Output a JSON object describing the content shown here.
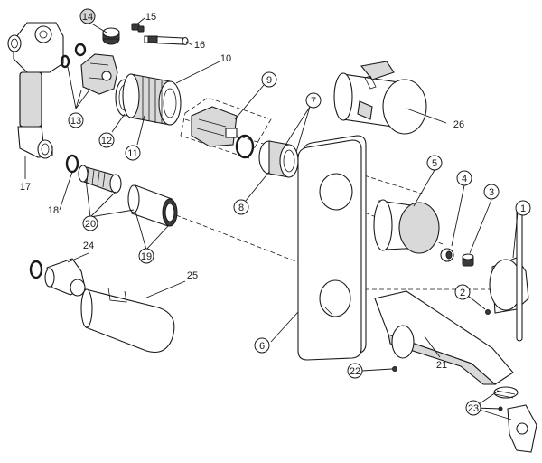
{
  "parts": [
    {
      "id": "1",
      "label": "1"
    },
    {
      "id": "2",
      "label": "2"
    },
    {
      "id": "3",
      "label": "3"
    },
    {
      "id": "4",
      "label": "4"
    },
    {
      "id": "5",
      "label": "5"
    },
    {
      "id": "6",
      "label": "6"
    },
    {
      "id": "7",
      "label": "7"
    },
    {
      "id": "8",
      "label": "8"
    },
    {
      "id": "9",
      "label": "9"
    },
    {
      "id": "10",
      "label": "10"
    },
    {
      "id": "11",
      "label": "11"
    },
    {
      "id": "12",
      "label": "12"
    },
    {
      "id": "13",
      "label": "13"
    },
    {
      "id": "14",
      "label": "14"
    },
    {
      "id": "15",
      "label": "15"
    },
    {
      "id": "16",
      "label": "16"
    },
    {
      "id": "17",
      "label": "17"
    },
    {
      "id": "18",
      "label": "18"
    },
    {
      "id": "19",
      "label": "19"
    },
    {
      "id": "20",
      "label": "20"
    },
    {
      "id": "21",
      "label": "21"
    },
    {
      "id": "22",
      "label": "22"
    },
    {
      "id": "23",
      "label": "23"
    },
    {
      "id": "24",
      "label": "24"
    },
    {
      "id": "25",
      "label": "25"
    },
    {
      "id": "26",
      "label": "26"
    }
  ]
}
